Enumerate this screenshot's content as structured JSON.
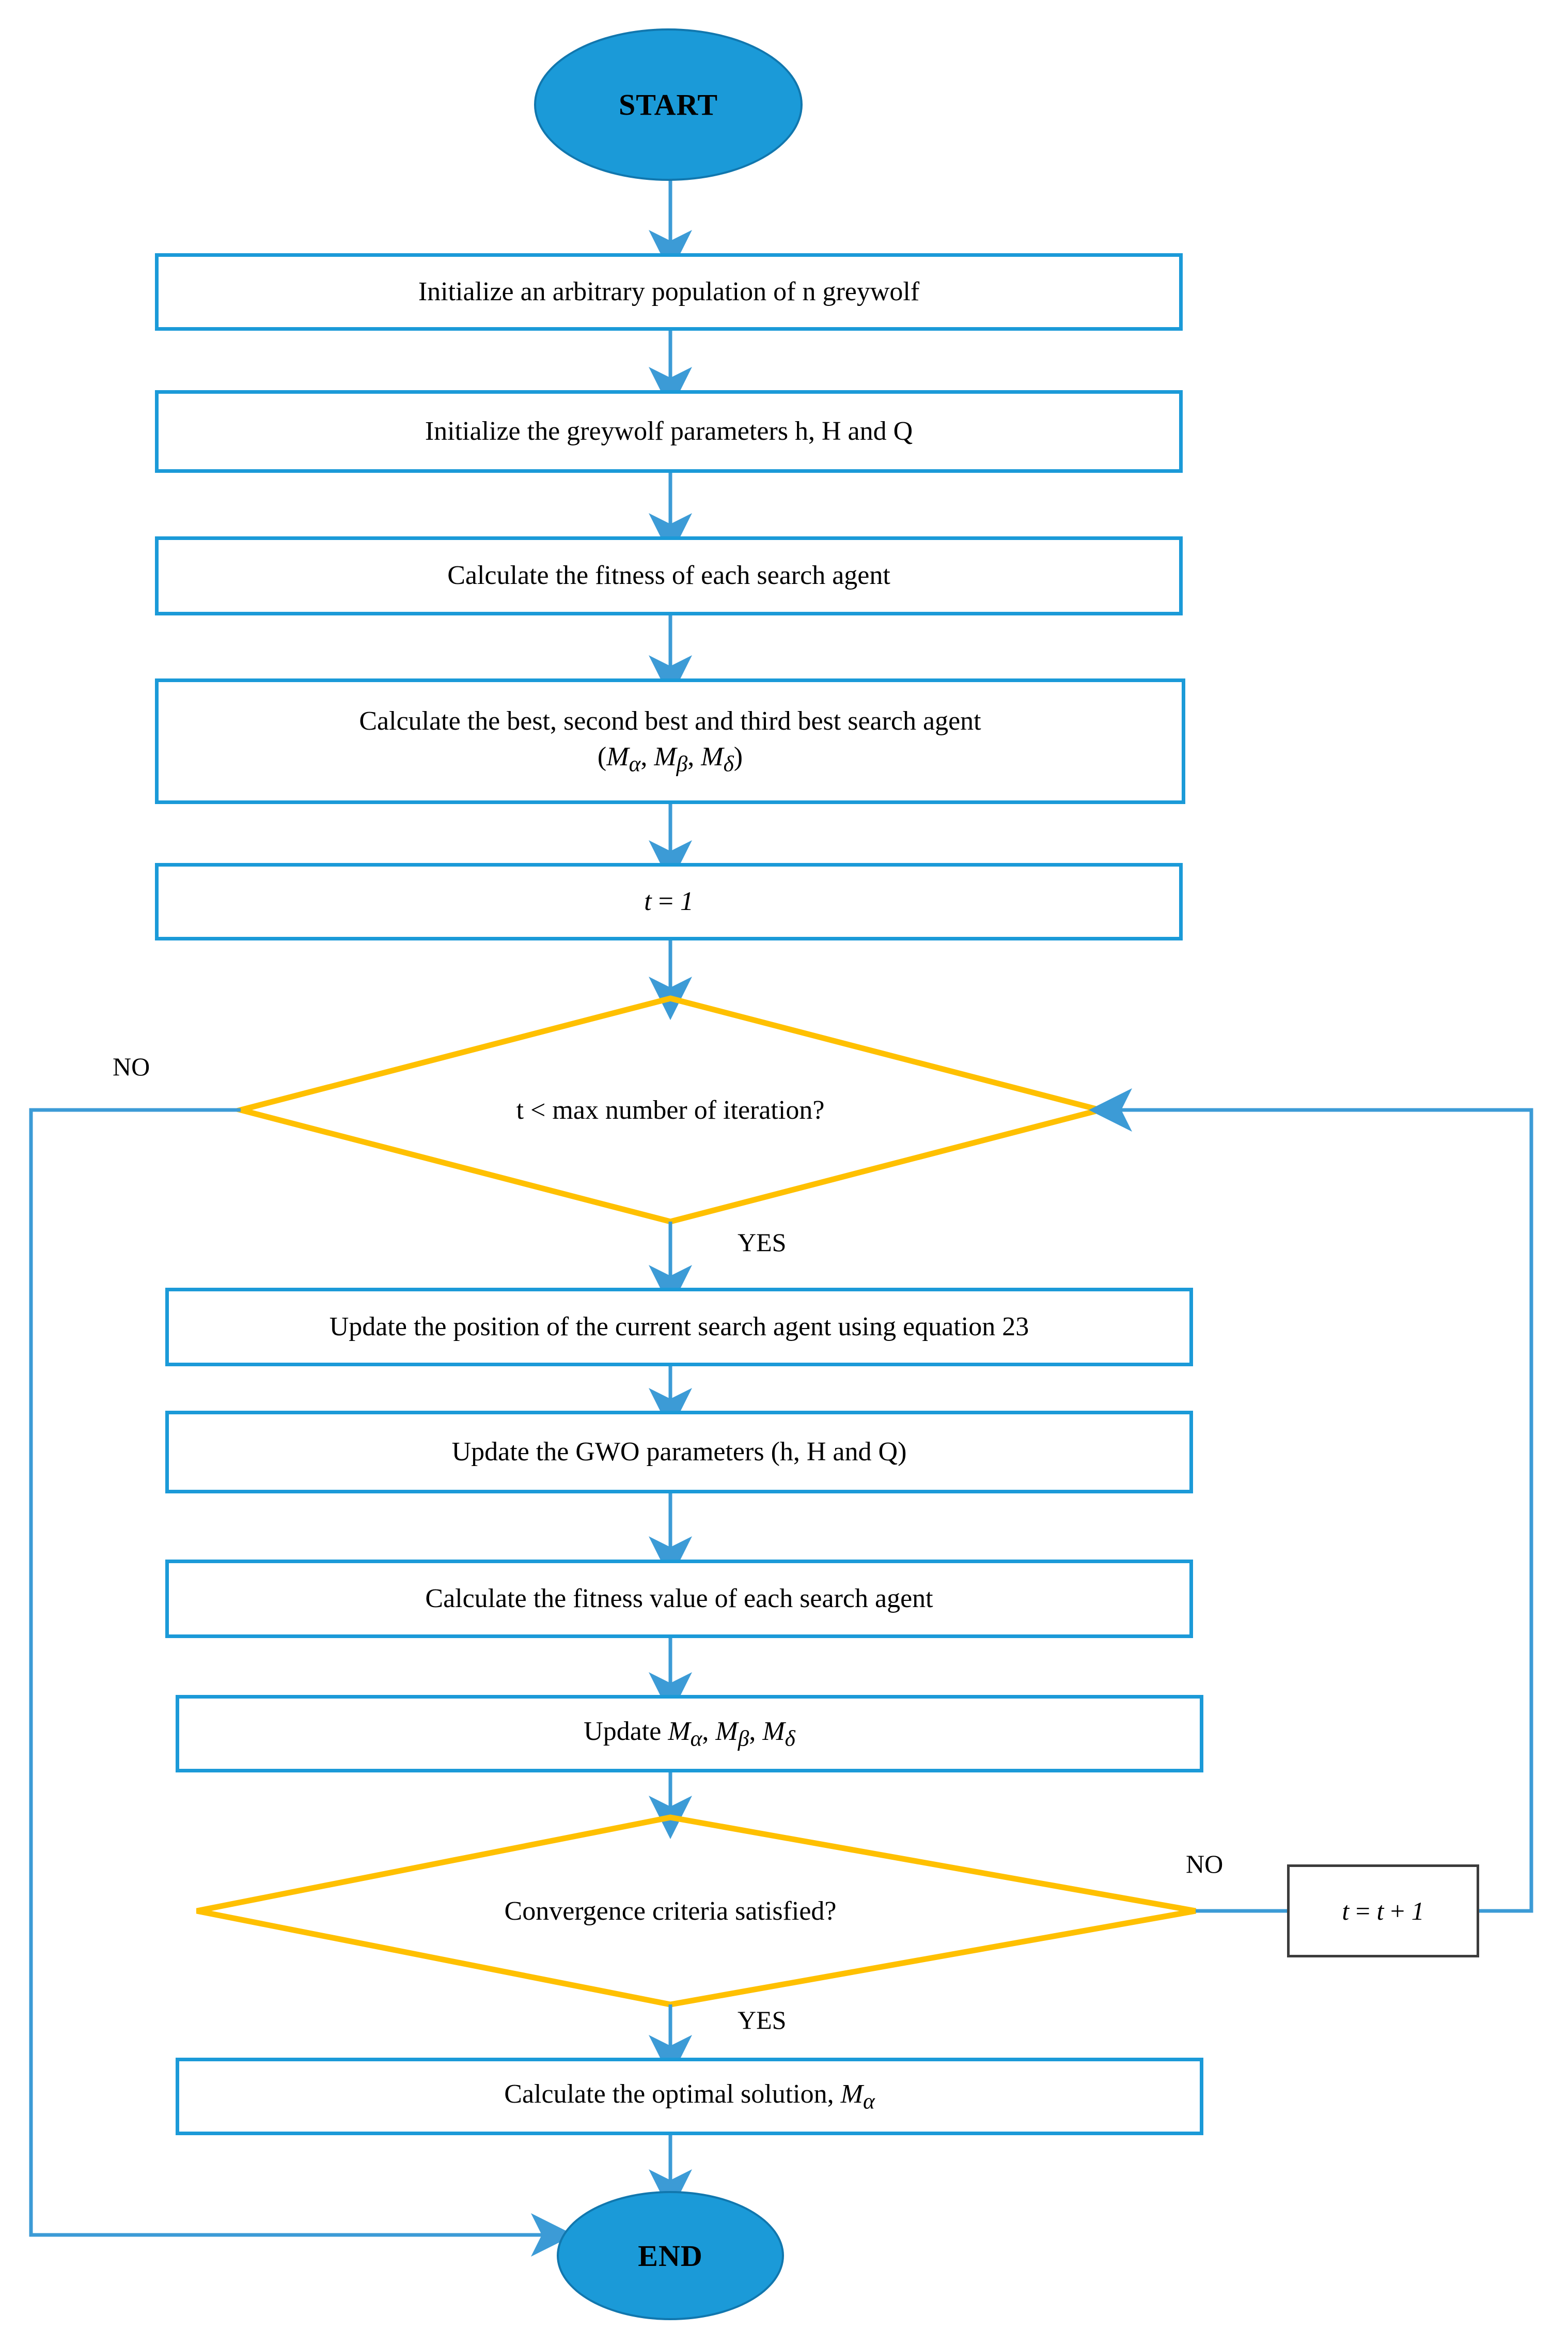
{
  "diagram": {
    "title": "Grey Wolf Optimizer (GWO) algorithm flowchart",
    "colors": {
      "process_border": "#1B9AD8",
      "terminator_fill": "#1B9AD8",
      "decision_border": "#FFC000",
      "connector": "#3C9BD6",
      "plain_box_border": "#3C3C3C",
      "text": "#000000",
      "background": "#FFFFFF"
    },
    "nodes": {
      "start": {
        "label": "START",
        "shape": "ellipse"
      },
      "init_population": {
        "label": "Initialize an arbitrary population of n greywolf",
        "shape": "process"
      },
      "init_params": {
        "label": "Initialize the greywolf parameters h, H and Q",
        "shape": "process"
      },
      "calc_fitness": {
        "label": "Calculate the fitness of each search agent",
        "shape": "process"
      },
      "calc_best": {
        "line1": "Calculate the best, second best and third best search agent",
        "line2_prefix": "(",
        "line2_m1": "M",
        "line2_sub1": "α",
        "line2_sep1": ",",
        "line2_m2": "M",
        "line2_sub2": "β",
        "line2_sep2": ",",
        "line2_m3": "M",
        "line2_sub3": "δ",
        "line2_suffix": ")",
        "shape": "process"
      },
      "t_init": {
        "var": "t",
        "op": "=",
        "value": "1",
        "shape": "process"
      },
      "decision_iter": {
        "label": "t < max number of iteration?",
        "shape": "decision"
      },
      "update_position": {
        "label": "Update the position of the current search agent using equation 23",
        "shape": "process"
      },
      "update_gwo": {
        "label": "Update the GWO parameters (h, H and Q)",
        "shape": "process"
      },
      "calc_fitness_value": {
        "label": "Calculate the fitness value of each search agent",
        "shape": "process"
      },
      "update_m": {
        "prefix": "Update ",
        "m1": "M",
        "sub1": "α",
        "sep1": ",",
        "m2": "M",
        "sub2": "β",
        "sep2": ",",
        "m3": "M",
        "sub3": "δ",
        "shape": "process"
      },
      "decision_convergence": {
        "label": "Convergence criteria satisfied?",
        "shape": "decision"
      },
      "t_increment": {
        "var": "t",
        "op": "=",
        "var2": "t",
        "plus": "+",
        "value": "1",
        "shape": "plain"
      },
      "calc_optimal": {
        "prefix": "Calculate the optimal solution, ",
        "m": "M",
        "sub": "α",
        "shape": "process"
      },
      "end": {
        "label": "END",
        "shape": "ellipse"
      }
    },
    "edge_labels": {
      "iter_no": "NO",
      "iter_yes": "YES",
      "conv_no": "NO",
      "conv_yes": "YES"
    }
  }
}
